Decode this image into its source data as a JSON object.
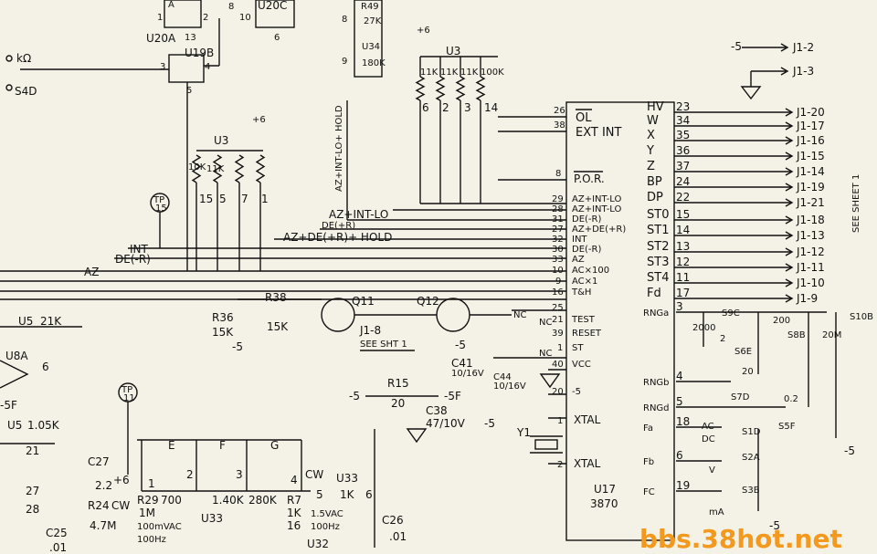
{
  "ic": {
    "u17": "U17",
    "u17_part": "3870",
    "u3a": "U3",
    "u3b": "U3",
    "u19b": "U19B",
    "u20a": "U20A",
    "u20c": "U20C",
    "u34": "U34",
    "u8a": "U8A",
    "u33": "U33",
    "u32": "U32",
    "u5a": "U5",
    "u5b": "U5"
  },
  "resistors": {
    "r49": "R49",
    "r49_val": "27K",
    "r34_val": "180K",
    "r38": "R38",
    "r38_val": "15K",
    "r36": "R36",
    "r36_val": "15K",
    "r15": "R15",
    "r15_val": "20",
    "r24": "R24",
    "r24_val": "4.7M",
    "r29": "R29",
    "r29_val": "1M",
    "r7": "R7",
    "r7_val": "1K",
    "u5a_val": "21K",
    "u5b_val": "1.05K",
    "r700": "700",
    "r140": "1.40K",
    "r280": "280K",
    "u33_1k": "1K",
    "r11k": "11K",
    "r100k": "100K",
    "r10k": "10K"
  },
  "caps": {
    "c27": "C27",
    "c27_val": "2.2",
    "c25": "C25",
    "c25_val": ".01",
    "c38": "C38",
    "c38_val": "47/10V",
    "c26": "C26",
    "c26_val": ".01",
    "c41": "C41",
    "c41_val": "10/16V",
    "c44": "C44",
    "c44_val": "10/16V"
  },
  "transistors": {
    "q11": "Q11",
    "q12": "Q12"
  },
  "signals": {
    "az_int_lo": "AZ+INT-LO",
    "de_r": "DE(+R)",
    "az_de_hold": "AZ+DE(+R)+ HOLD",
    "int": "INT",
    "de_r2": "DE(-R)",
    "az": "AZ",
    "vertical_label": "AZ+INT-LO+ HOLD"
  },
  "pins_left": [
    {
      "num": "26",
      "label": "OL"
    },
    {
      "num": "38",
      "label": "EXT INT"
    },
    {
      "num": "8",
      "label": "P.O.R."
    },
    {
      "num": "29",
      "label": "AZ+INT-LO"
    },
    {
      "num": "28",
      "label": "AZ+INT-LO"
    },
    {
      "num": "31",
      "label": "DE(-R)"
    },
    {
      "num": "27",
      "label": "AZ+DE(+R)"
    },
    {
      "num": "32",
      "label": "INT"
    },
    {
      "num": "30",
      "label": "DE(-R)"
    },
    {
      "num": "33",
      "label": "AZ"
    },
    {
      "num": "10",
      "label": "AC×100"
    },
    {
      "num": "9",
      "label": "AC×1"
    },
    {
      "num": "16",
      "label": "T&H"
    },
    {
      "num": "25",
      "label": ""
    },
    {
      "num": "21",
      "label": "TEST"
    },
    {
      "num": "39",
      "label": "RESET"
    },
    {
      "num": "1",
      "label": "ST"
    },
    {
      "num": "40",
      "label": "VCC"
    },
    {
      "num": "20",
      "label": "-5"
    },
    {
      "num": "1",
      "label": "XTAL"
    },
    {
      "num": "2",
      "label": "XTAL"
    }
  ],
  "pins_right": [
    {
      "label": "HV",
      "num": "23",
      "conn": "J1-20"
    },
    {
      "label": "W",
      "num": "34",
      "conn": "J1-17"
    },
    {
      "label": "X",
      "num": "35",
      "conn": "J1-16"
    },
    {
      "label": "Y",
      "num": "36",
      "conn": "J1-15"
    },
    {
      "label": "Z",
      "num": "37",
      "conn": "J1-14"
    },
    {
      "label": "BP",
      "num": "24",
      "conn": "J1-19"
    },
    {
      "label": "DP",
      "num": "22",
      "conn": "J1-21"
    },
    {
      "label": "ST0",
      "num": "15",
      "conn": "J1-18"
    },
    {
      "label": "ST1",
      "num": "14",
      "conn": "J1-13"
    },
    {
      "label": "ST2",
      "num": "13",
      "conn": "J1-12"
    },
    {
      "label": "ST3",
      "num": "12",
      "conn": "J1-11"
    },
    {
      "label": "ST4",
      "num": "11",
      "conn": "J1-10"
    },
    {
      "label": "Fd",
      "num": "17",
      "conn": "J1-9"
    }
  ],
  "rng_pins": [
    {
      "label": "RNGa",
      "num": "3"
    },
    {
      "label": "RNGb",
      "num": "4"
    },
    {
      "label": "RNGd",
      "num": "5"
    },
    {
      "label": "Fa",
      "num": "18"
    },
    {
      "label": "Fb",
      "num": "6"
    },
    {
      "label": "FC",
      "num": "19"
    }
  ],
  "switches": {
    "s9c": "S9C",
    "s6e": "S6E",
    "s8b": "S8B",
    "s10b": "S10B",
    "s7d": "S7D",
    "s5f": "S5F",
    "s1d": "S1D",
    "s2a": "S2A",
    "s3b": "S3B",
    "s4d": "S4D",
    "v2000": "2000",
    "v200": "200",
    "v20m": "20M",
    "v20": "20",
    "v02": "0.2",
    "v2": "2",
    "ac": "AC",
    "dc": "DC",
    "v": "V",
    "ma": "mA"
  },
  "connectors": {
    "j1_2": "J1-2",
    "j1_3": "J1-3",
    "j1_8": "J1-8",
    "see_sht": "SEE SHT 1",
    "see_sheet": "SEE SHEET 1",
    "minus5": "-5",
    "minus5f": "-5F",
    "plus6": "+6",
    "nc": "NC"
  },
  "testpoints": {
    "tp15": "15",
    "tp11": "11"
  },
  "misc": {
    "y1": "Y1",
    "cw": "CW",
    "ac_100mv": "100mVAC",
    "hz100": "100Hz",
    "ac_15v": "1.5VAC",
    "hz100b": "100Hz",
    "sw_k": "kΩ",
    "efg": [
      "E",
      "F",
      "G"
    ],
    "pin_nums_u3": [
      "6",
      "2",
      "3",
      "14"
    ],
    "pin_nums_u3b": [
      "15",
      "5",
      "7",
      "1"
    ]
  },
  "watermark": "bbs.38hot.net"
}
